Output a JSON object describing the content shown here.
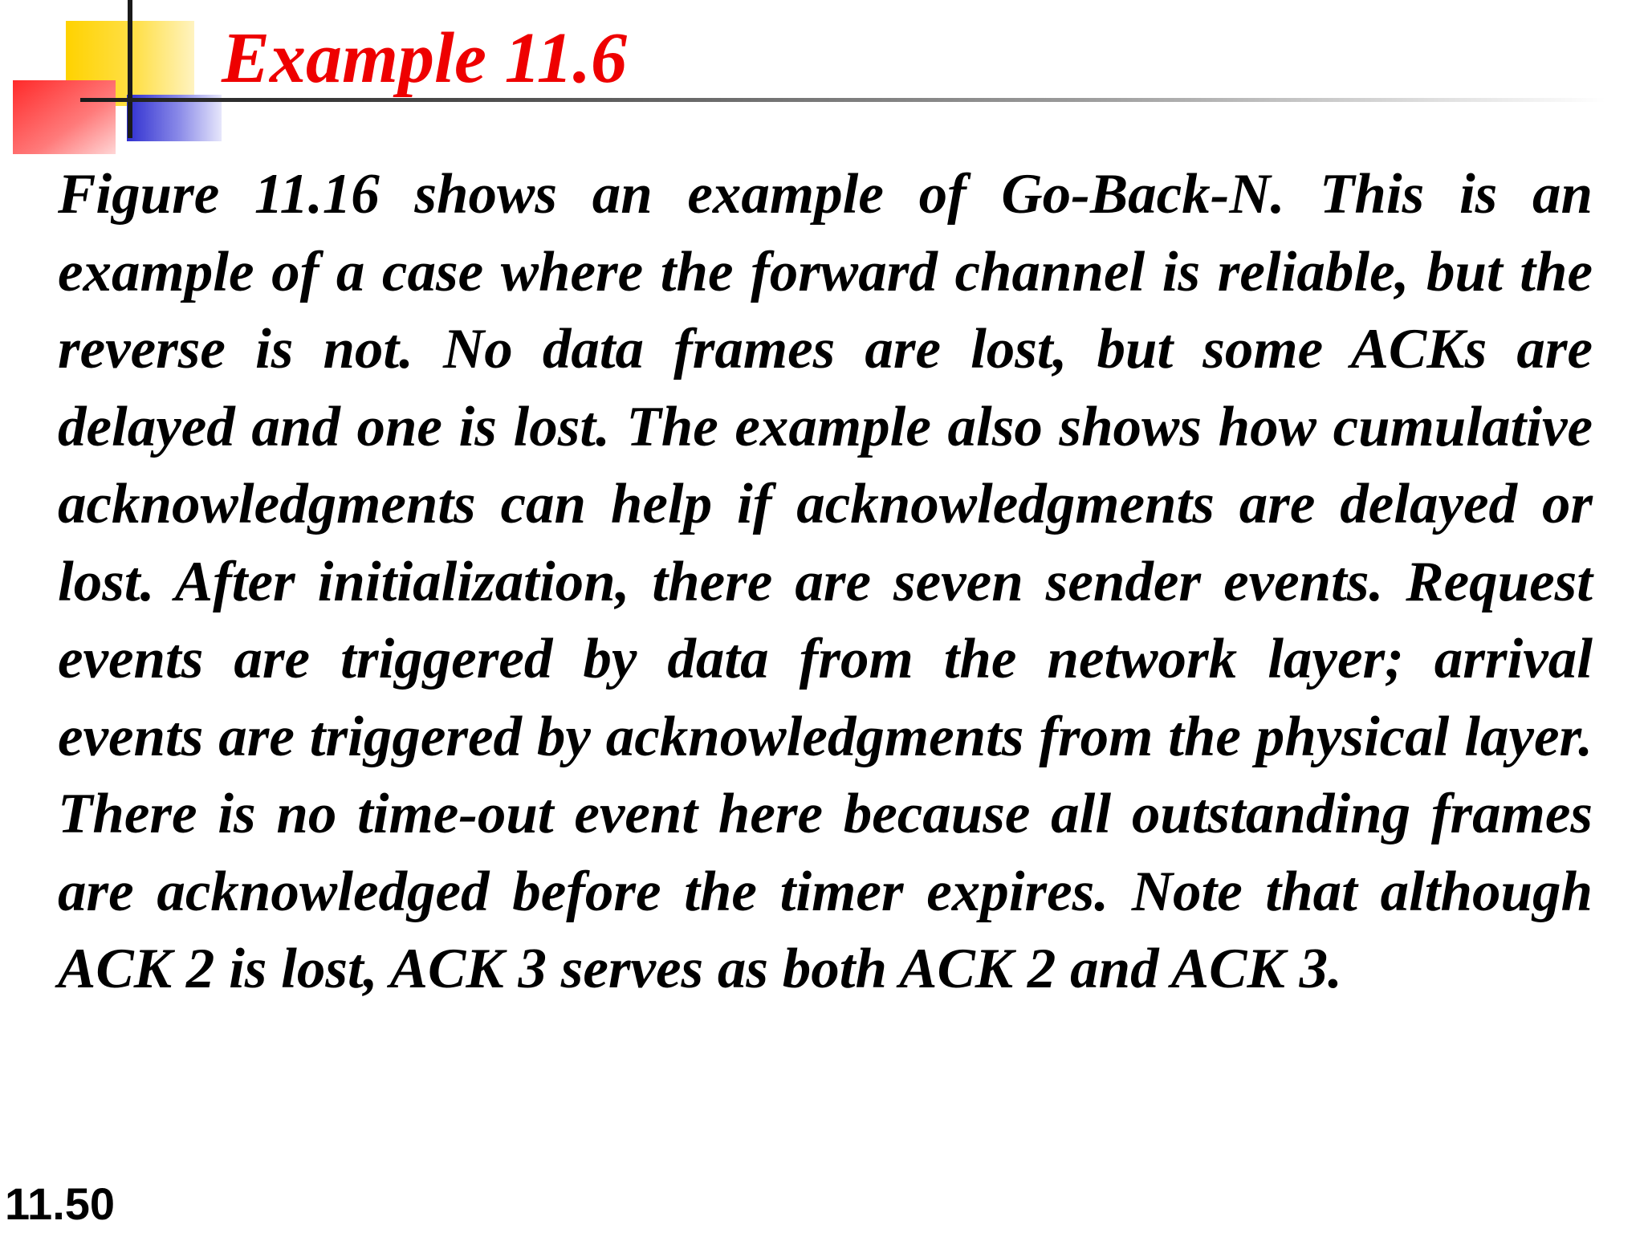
{
  "slide": {
    "title": "Example 11.6",
    "body": "Figure 11.16 shows an example of Go-Back-N. This is an example of a case where the forward channel is reliable, but the reverse is not. No data frames are lost, but some ACKs are delayed and one is lost. The example also shows how cumulative acknowledgments can help if acknowledgments are delayed or lost. After initialization, there are seven sender events. Request events are triggered by data from the network layer; arrival events are triggered by acknowledgments from the physical layer. There is no time-out event here because all outstanding frames are acknowledged before the timer expires. Note that although ACK 2 is lost, ACK 3 serves as both ACK 2 and ACK 3.",
    "number": "11.50"
  },
  "colors": {
    "title": "#ee0000",
    "text": "#000000",
    "accent_yellow": "#ffd200",
    "accent_red": "#ff2a2a",
    "accent_blue": "#2f2fd0"
  }
}
